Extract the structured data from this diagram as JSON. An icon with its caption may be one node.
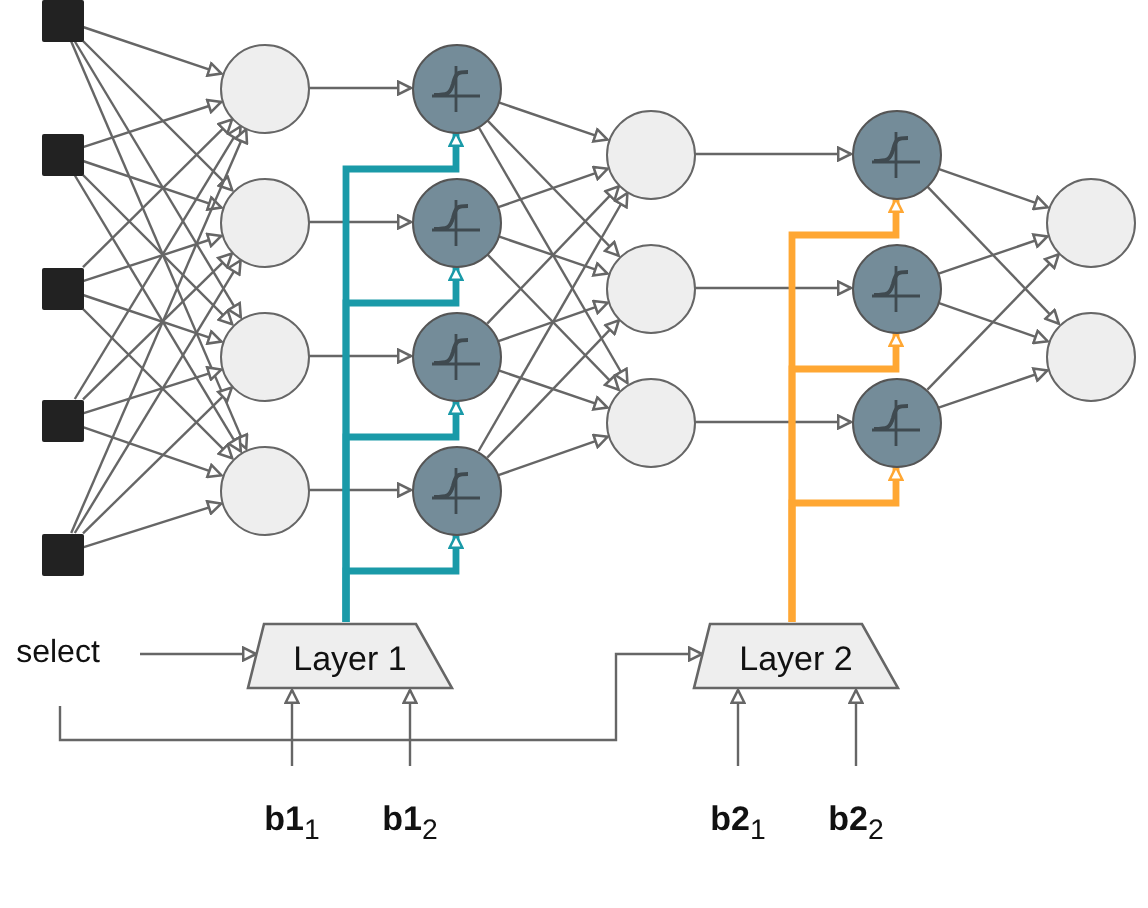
{
  "diagram": {
    "nodes": [
      {
        "text": [],
        "shape": "box"
      },
      {
        "text": [],
        "shape": "box"
      },
      {
        "text": [],
        "shape": "box"
      },
      {
        "text": [],
        "shape": "box"
      },
      {
        "text": [],
        "shape": "box"
      },
      {
        "text": [],
        "shape": "circle"
      },
      {
        "text": [],
        "shape": "circle"
      },
      {
        "text": [],
        "shape": "circle"
      },
      {
        "text": [],
        "shape": "circle"
      },
      {
        "text": [],
        "shape": "circle"
      },
      {
        "text": [],
        "shape": "circle"
      },
      {
        "text": [],
        "shape": "circle"
      },
      {
        "text": [],
        "shape": "circle"
      },
      {
        "text": [],
        "shape": "circle"
      },
      {
        "text": [],
        "shape": "circle"
      },
      {
        "text": [],
        "shape": "circle"
      },
      {
        "text": [],
        "shape": "circle"
      },
      {
        "text": [],
        "shape": "circle"
      },
      {
        "text": [],
        "shape": "circle"
      },
      {
        "text": [],
        "shape": "circle"
      },
      {
        "text": [],
        "shape": "circle"
      },
      {
        "text": [
          "select"
        ]
      },
      {
        "text": [
          "Layer 1"
        ]
      },
      {
        "text": [
          "Layer 2"
        ]
      },
      {
        "text": [
          "**b1**$_{1}$"
        ]
      },
      {
        "text": [
          "**b1**$_{2}$"
        ]
      },
      {
        "text": [
          "**b2**$_{1}$"
        ]
      },
      {
        "text": [
          "**b2**$_{2}$"
        ]
      }
    ],
    "edges": [
      {
        "from": 0,
        "to": 5,
        "arrow": "to"
      },
      {
        "from": 0,
        "to": 6,
        "arrow": "to"
      },
      {
        "from": 0,
        "to": 7,
        "arrow": "to"
      },
      {
        "from": 0,
        "to": 8,
        "arrow": "to"
      },
      {
        "from": 1,
        "to": 5,
        "arrow": "to"
      },
      {
        "from": 1,
        "to": 6,
        "arrow": "to"
      },
      {
        "from": 1,
        "to": 7,
        "arrow": "to"
      },
      {
        "from": 1,
        "to": 8,
        "arrow": "to"
      },
      {
        "from": 2,
        "to": 5,
        "arrow": "to"
      },
      {
        "from": 2,
        "to": 6,
        "arrow": "to"
      },
      {
        "from": 2,
        "to": 7,
        "arrow": "to"
      },
      {
        "from": 2,
        "to": 8,
        "arrow": "to"
      },
      {
        "from": 3,
        "to": 5,
        "arrow": "to"
      },
      {
        "from": 3,
        "to": 6,
        "arrow": "to"
      },
      {
        "from": 3,
        "to": 7,
        "arrow": "to"
      },
      {
        "from": 3,
        "to": 8,
        "arrow": "to"
      },
      {
        "from": 4,
        "to": 5,
        "arrow": "to"
      },
      {
        "from": 4,
        "to": 6,
        "arrow": "to"
      },
      {
        "from": 4,
        "to": 7,
        "arrow": "to"
      },
      {
        "from": 4,
        "to": 8,
        "arrow": "to"
      },
      {
        "from": 5,
        "to": 9,
        "arrow": "to"
      },
      {
        "from": 6,
        "to": 10,
        "arrow": "to"
      },
      {
        "from": 7,
        "to": 11,
        "arrow": "to"
      },
      {
        "from": 8,
        "to": 12,
        "arrow": "to"
      },
      {
        "from": 9,
        "to": 13,
        "arrow": "to"
      },
      {
        "from": 9,
        "to": 14,
        "arrow": "to"
      },
      {
        "from": 9,
        "to": 15,
        "arrow": "to"
      },
      {
        "from": 10,
        "to": 13,
        "arrow": "to"
      },
      {
        "from": 10,
        "to": 14,
        "arrow": "to"
      },
      {
        "from": 10,
        "to": 15,
        "arrow": "to"
      },
      {
        "from": 11,
        "to": 13,
        "arrow": "to"
      },
      {
        "from": 11,
        "to": 14,
        "arrow": "to"
      },
      {
        "from": 11,
        "to": 15,
        "arrow": "to"
      },
      {
        "from": 12,
        "to": 13,
        "arrow": "to"
      },
      {
        "from": 12,
        "to": 14,
        "arrow": "to"
      },
      {
        "from": 12,
        "to": 15,
        "arrow": "to"
      },
      {
        "from": 13,
        "to": 16,
        "arrow": "to"
      },
      {
        "from": 14,
        "to": 17,
        "arrow": "to"
      },
      {
        "from": 15,
        "to": 18,
        "arrow": "to"
      },
      {
        "from": 16,
        "to": 19,
        "arrow": "to"
      },
      {
        "from": 16,
        "to": 20,
        "arrow": "to"
      },
      {
        "from": 17,
        "to": 19,
        "arrow": "to"
      },
      {
        "from": 17,
        "to": 20,
        "arrow": "to"
      },
      {
        "from": 18,
        "to": 19,
        "arrow": "to"
      },
      {
        "from": 18,
        "to": 20,
        "arrow": "to"
      },
      {
        "from": 21,
        "to": 22,
        "arrow": "to"
      },
      {
        "from": 21,
        "to": 23,
        "arrow": "to"
      },
      {
        "from": 22,
        "to": 9,
        "arrow": "to",
        "style": "thick",
        "color": "#1a9aa8"
      },
      {
        "from": 22,
        "to": 10,
        "arrow": "to",
        "style": "thick",
        "color": "#1a9aa8"
      },
      {
        "from": 22,
        "to": 11,
        "arrow": "to",
        "style": "thick",
        "color": "#1a9aa8"
      },
      {
        "from": 22,
        "to": 12,
        "arrow": "to",
        "style": "thick",
        "color": "#1a9aa8"
      },
      {
        "from": 23,
        "to": 16,
        "arrow": "to",
        "style": "thick",
        "color": "#ffa733"
      },
      {
        "from": 23,
        "to": 17,
        "arrow": "to",
        "style": "thick",
        "color": "#ffa733"
      },
      {
        "from": 23,
        "to": 18,
        "arrow": "to",
        "style": "thick",
        "color": "#ffa733"
      },
      {
        "from": 24,
        "to": 22,
        "arrow": "to"
      },
      {
        "from": 25,
        "to": 22,
        "arrow": "to"
      },
      {
        "from": 26,
        "to": 23,
        "arrow": "to"
      },
      {
        "from": 27,
        "to": 23,
        "arrow": "to"
      }
    ]
  }
}
